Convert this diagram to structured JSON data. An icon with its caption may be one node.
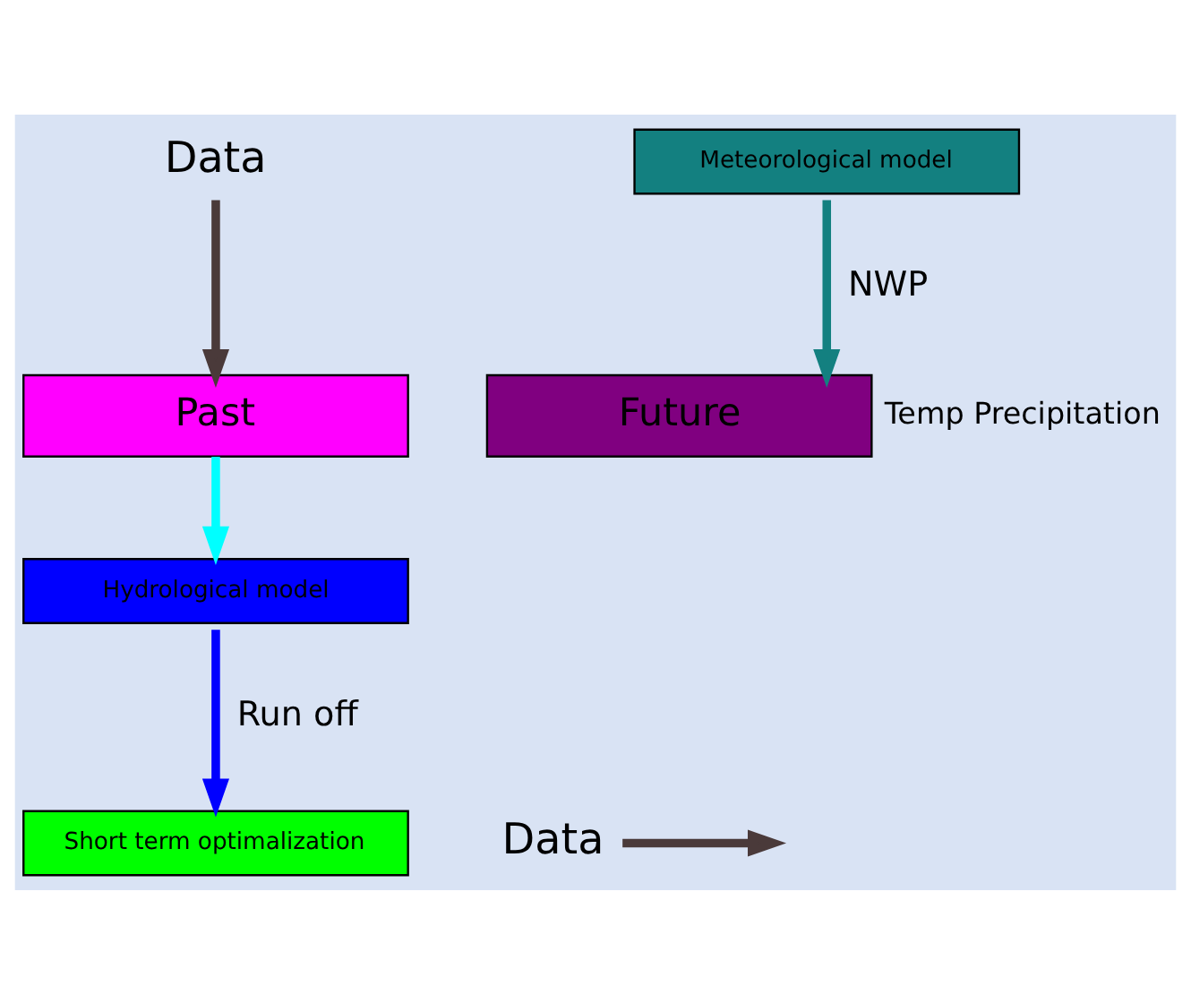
{
  "diagram": {
    "nodes": [
      {
        "text": [
          "Data"
        ]
      },
      {
        "text": [
          "Meteorological model"
        ]
      },
      {
        "text": [
          "Past"
        ]
      },
      {
        "text": [
          "Future"
        ],
        "beside": [
          "Temp Precipitation"
        ]
      },
      {
        "text": [
          "Hydrological model"
        ]
      },
      {
        "text": [
          "Short term optimalization"
        ]
      },
      {
        "text": [
          "Data"
        ]
      }
    ],
    "edges": [
      {
        "from": 0,
        "to": 2,
        "arrow": "to",
        "color": "#4a3a3a"
      },
      {
        "from": 1,
        "to": 3,
        "arrow": "to",
        "label": "NWP",
        "color": "#138080"
      },
      {
        "from": 2,
        "to": 4,
        "arrow": "to",
        "color": "#00ffff"
      },
      {
        "from": 4,
        "to": 5,
        "arrow": "to",
        "label": "Run off",
        "color": "#0000ff"
      },
      {
        "from": 6,
        "to": null,
        "arrow": "to",
        "color": "#4a3a3a"
      }
    ]
  }
}
